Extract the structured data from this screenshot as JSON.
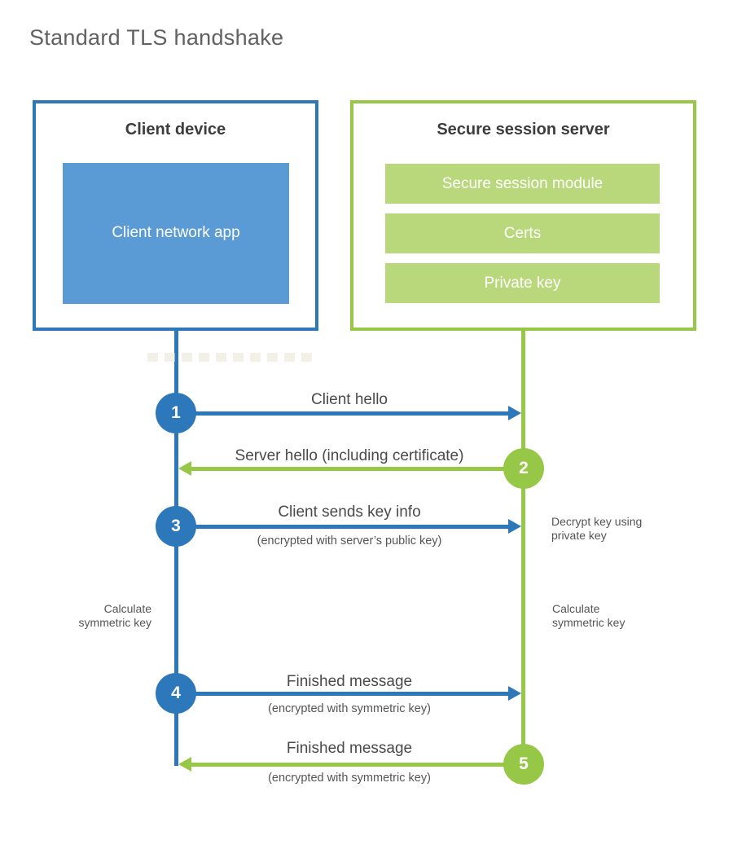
{
  "title": "Standard TLS handshake",
  "colors": {
    "blue": "#2d77bb",
    "blue-fill": "#5b9bd5",
    "green": "#97c747",
    "green-fill": "#b9d87b",
    "heading-ink": "#3d3d3d",
    "label-ink": "#4a4a4a",
    "sub-ink": "#555555",
    "title-ink": "#616161"
  },
  "client": {
    "heading": "Client device",
    "app_label": "Client network app"
  },
  "server": {
    "heading": "Secure session server",
    "modules": [
      "Secure session module",
      "Certs",
      "Private key"
    ]
  },
  "steps": [
    {
      "num": "1",
      "label": "Client hello",
      "sub": ""
    },
    {
      "num": "2",
      "label": "Server hello (including certificate)",
      "sub": ""
    },
    {
      "num": "3",
      "label": "Client sends key info",
      "sub": "(encrypted with server’s public key)"
    },
    {
      "num": "4",
      "label": "Finished message",
      "sub": "(encrypted with symmetric key)"
    },
    {
      "num": "5",
      "label": "Finished message",
      "sub": "(encrypted with symmetric key)"
    }
  ],
  "notes": {
    "decrypt": "Decrypt key using\nprivate key",
    "calc_left": "Calculate\nsymmetric key",
    "calc_right": "Calculate\nsymmetric key"
  }
}
